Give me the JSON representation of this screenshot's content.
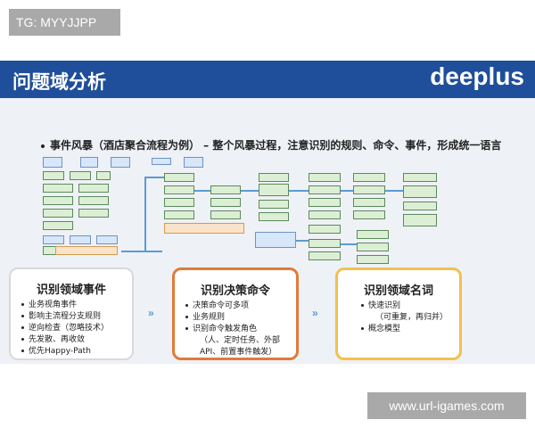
{
  "watermark_top": "TG: MYYJJPP",
  "watermark_bottom": "www.url-igames.com",
  "slide": {
    "title": "问题域分析",
    "logo": "deeplus",
    "subtitle": "事件风暴（酒店聚合流程为例） – 整个风暴过程，注意识别的规则、命令、事件，形成统一语言",
    "panels": [
      {
        "title": "识别领域事件",
        "items": [
          "业务视角事件",
          "影响主流程分支规则",
          "逆向检查（忽略技术）",
          "先发散、再收敛",
          "优先Happy-Path"
        ]
      },
      {
        "title": "识别决策命令",
        "items": [
          "决策命令可多项",
          "业务规则",
          "识别命令触发角色"
        ],
        "continuation": [
          "（人、定时任务、外部",
          "API、前置事件触发）"
        ]
      },
      {
        "title": "识别领域名词",
        "items": [
          "快速识别"
        ],
        "continuation": [
          "（可重复，再归并）"
        ],
        "items_after": [
          "概念模型"
        ]
      }
    ]
  },
  "colors": {
    "header_blue": "#1f4e9a",
    "panel2_border": "#e07b39",
    "panel3_border": "#f2c14e",
    "connector": "#5b9bd5"
  }
}
